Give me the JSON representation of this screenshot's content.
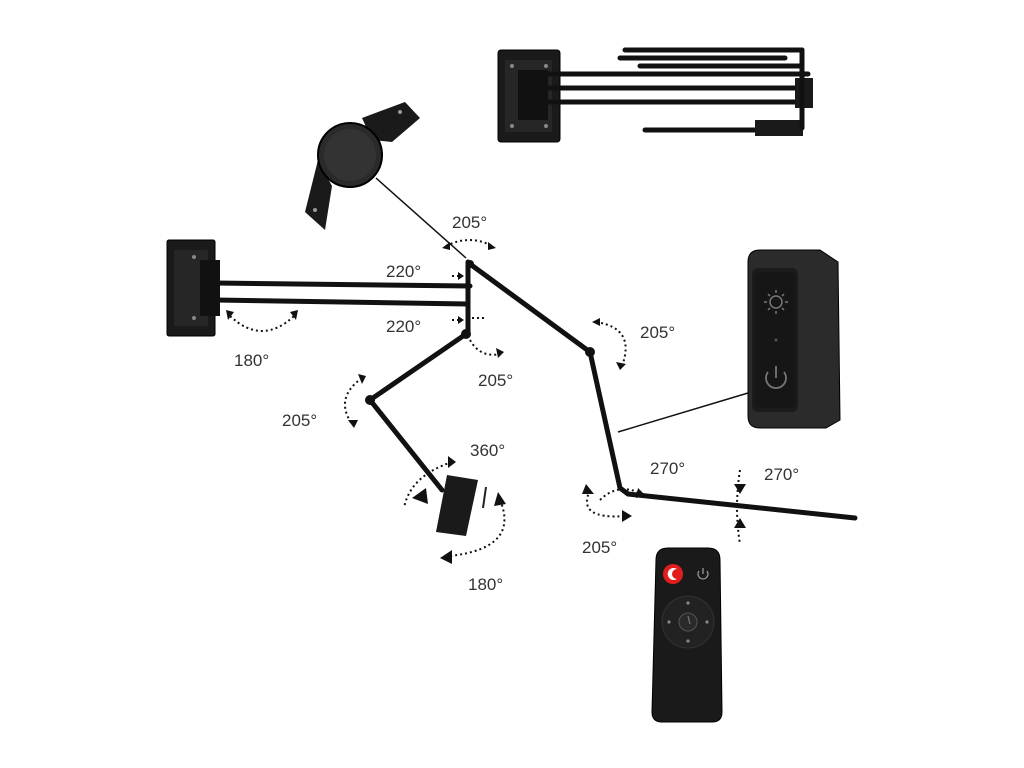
{
  "colors": {
    "background": "#ffffff",
    "fixture": "#1a1a1a",
    "label_text": "#333333",
    "remote_button_red": "#e21d1d"
  },
  "angles": {
    "top_joint": "205°",
    "shoulder_upper": "220°",
    "shoulder_lower": "220°",
    "base": "180°",
    "elbow_right": "205°",
    "elbow_lower": "205°",
    "left_arm": "205°",
    "head_rotate": "360°",
    "head_tilt": "180°",
    "wrist_left": "270°",
    "wrist_right": "270°",
    "wrist_bottom": "205°"
  },
  "icons": {
    "brightness": "sun-icon",
    "power": "power-icon",
    "remote_power": "power-icon",
    "remote_moon": "moon-icon"
  }
}
